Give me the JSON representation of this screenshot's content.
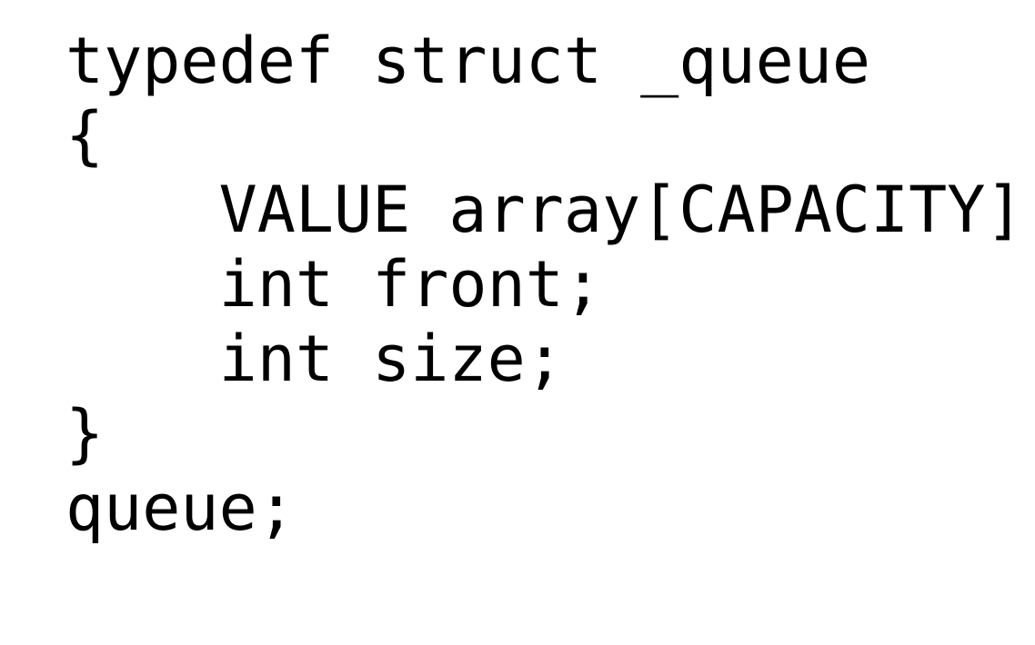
{
  "code": {
    "lines": [
      "typedef struct _queue",
      "{",
      "    VALUE array[CAPACITY];",
      "    int front;",
      "    int size;",
      "}",
      "queue;"
    ]
  }
}
